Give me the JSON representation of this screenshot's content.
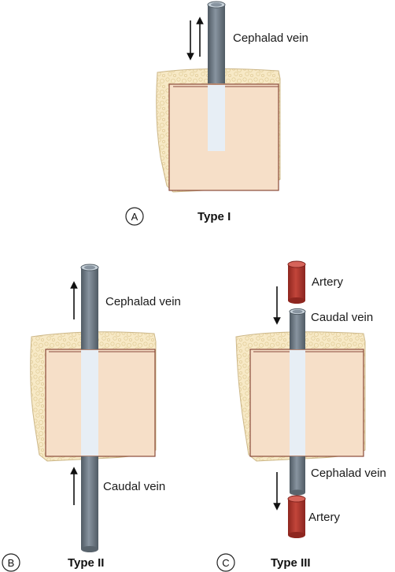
{
  "colors": {
    "tissue_top": "#f6e7c6",
    "tissue_front": "#f6dfc8",
    "tissue_edge": "#8a4a3a",
    "vein": "#6d7a85",
    "vein_cap": "#c7d1d9",
    "artery": "#b23a30",
    "channel": "#e7eef5"
  },
  "panel_a": {
    "badge": "A",
    "type_label": "Type I",
    "vein_label": "Cephalad vein"
  },
  "panel_b": {
    "badge": "B",
    "type_label": "Type II",
    "top_vein_label": "Cephalad vein",
    "bottom_vein_label": "Caudal vein"
  },
  "panel_c": {
    "badge": "C",
    "type_label": "Type III",
    "top_artery_label": "Artery",
    "top_vein_label": "Caudal vein",
    "bottom_vein_label": "Cephalad vein",
    "bottom_artery_label": "Artery"
  }
}
